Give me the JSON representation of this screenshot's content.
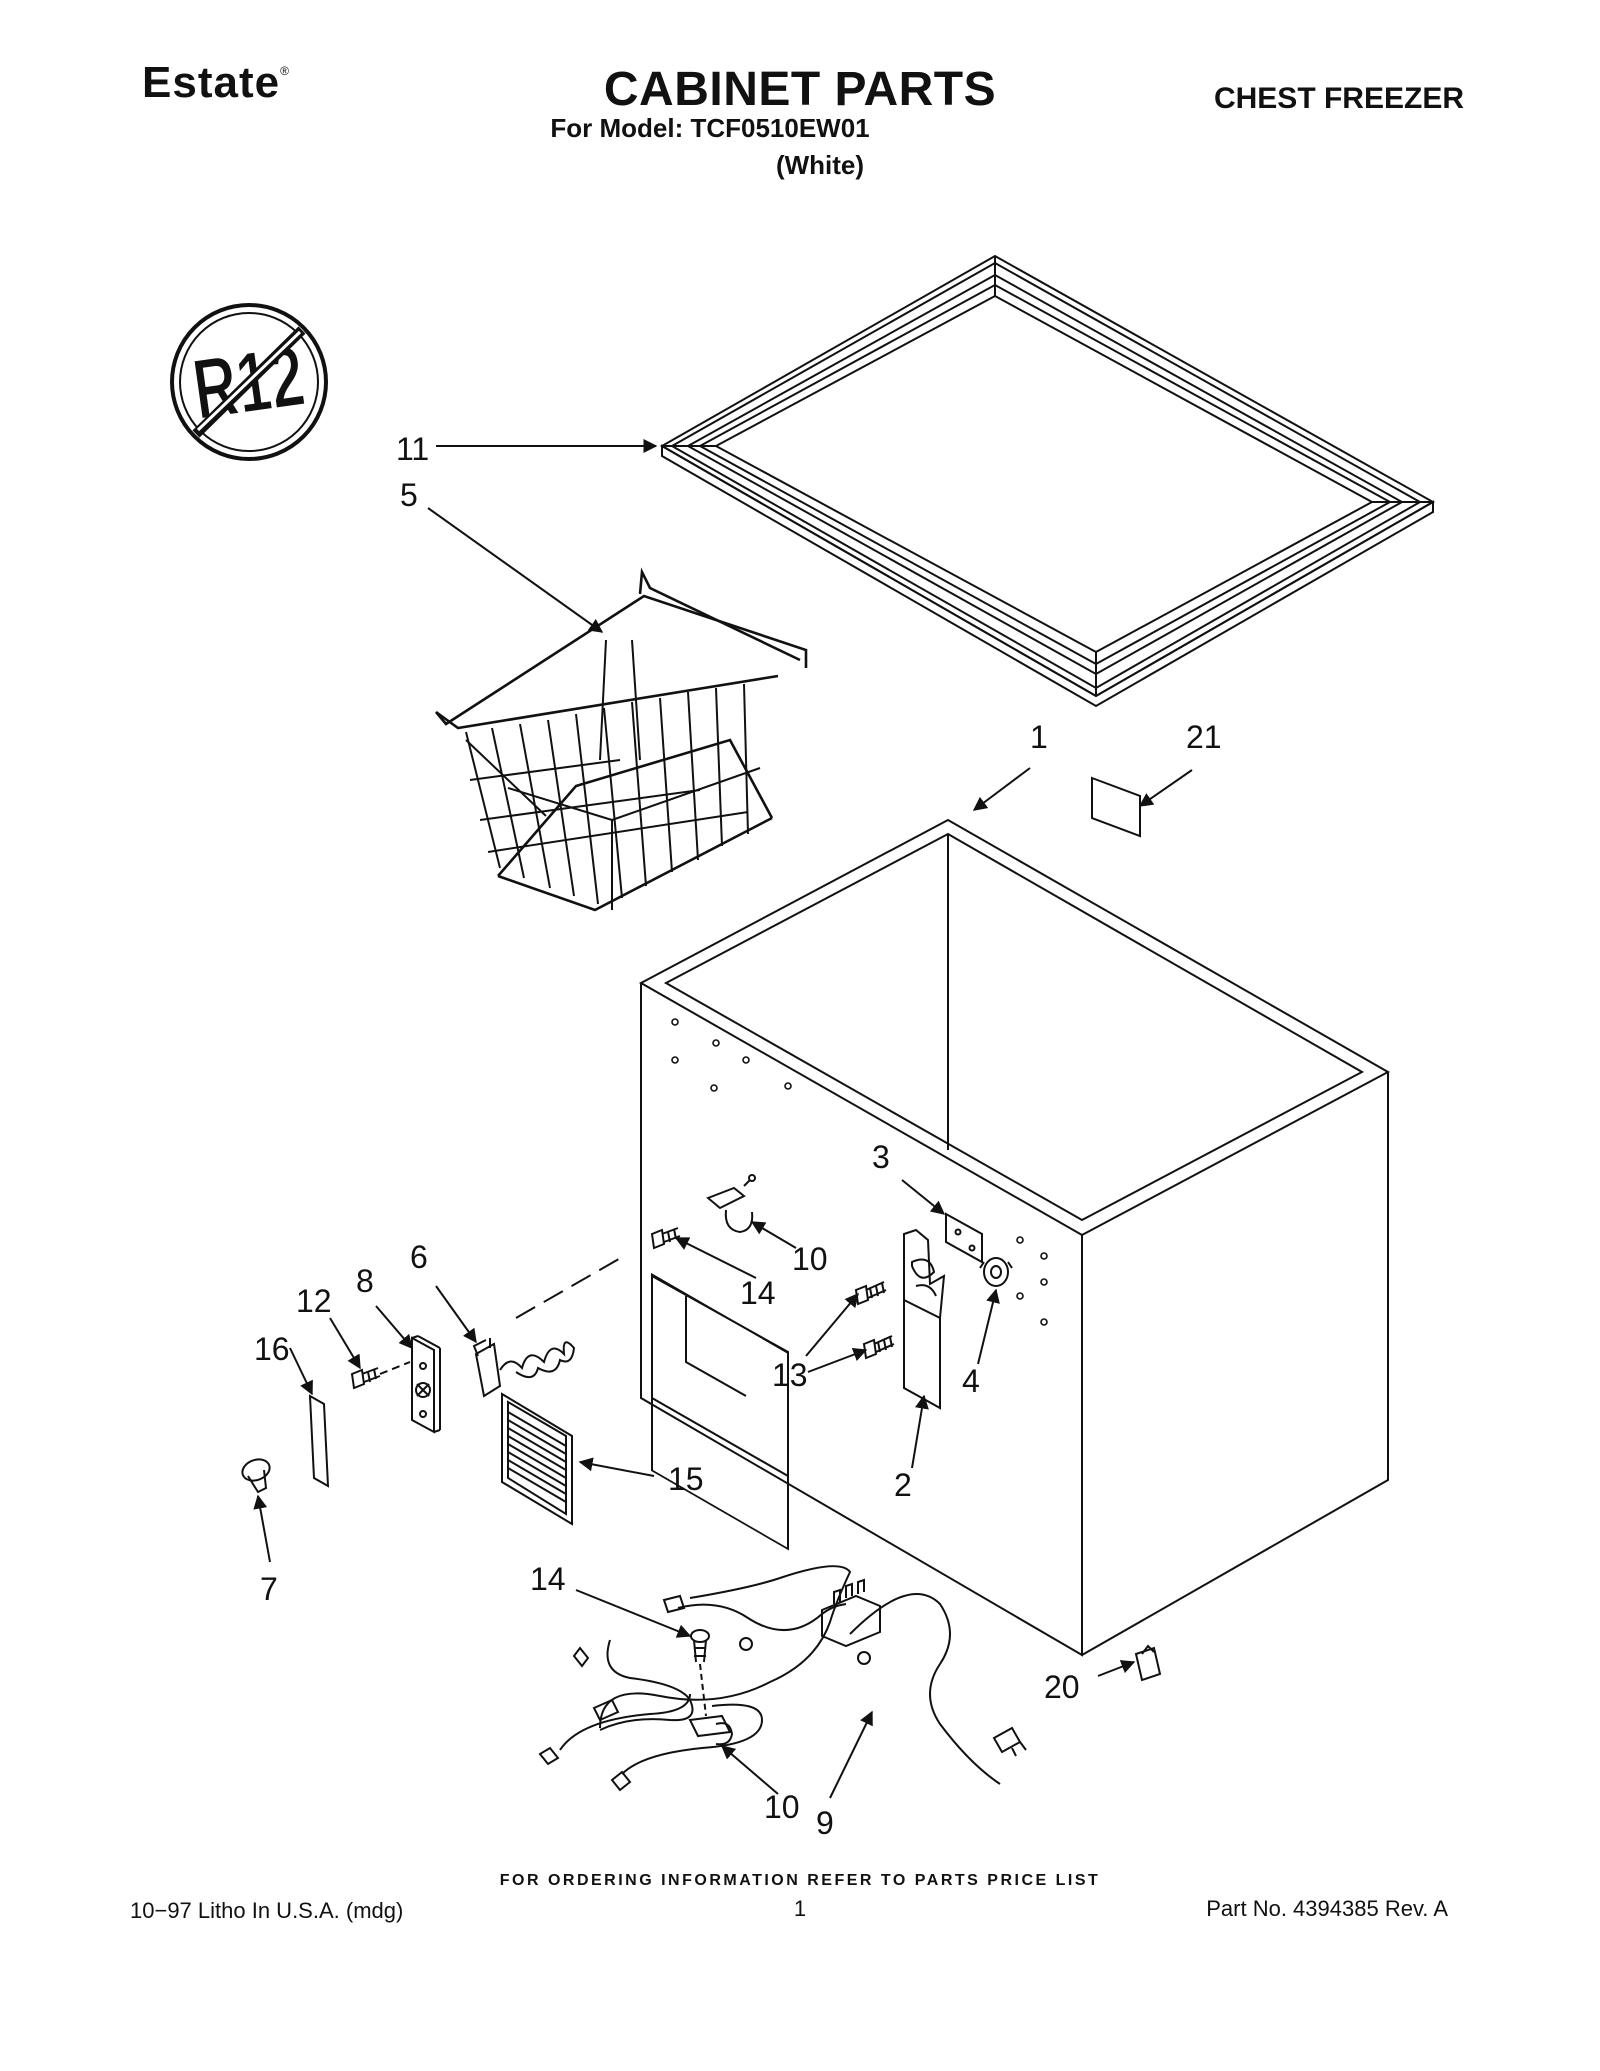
{
  "header": {
    "brand": "Estate",
    "brand_mark": "®",
    "title": "CABINET PARTS",
    "subtitle": "For Model: TCF0510EW01",
    "variant": "(White)",
    "product": "CHEST FREEZER"
  },
  "badge": {
    "text": "R12"
  },
  "callouts": [
    "11",
    "5",
    "1",
    "21",
    "3",
    "10",
    "14",
    "6",
    "8",
    "12",
    "16",
    "13",
    "4",
    "2",
    "15",
    "7",
    "14",
    "20",
    "10",
    "9"
  ],
  "footer": {
    "order_note": "FOR ORDERING INFORMATION REFER TO PARTS PRICE LIST",
    "litho": "10−97 Litho In U.S.A. (mdg)",
    "page": "1",
    "part_no": "Part No. 4394385 Rev. A"
  }
}
